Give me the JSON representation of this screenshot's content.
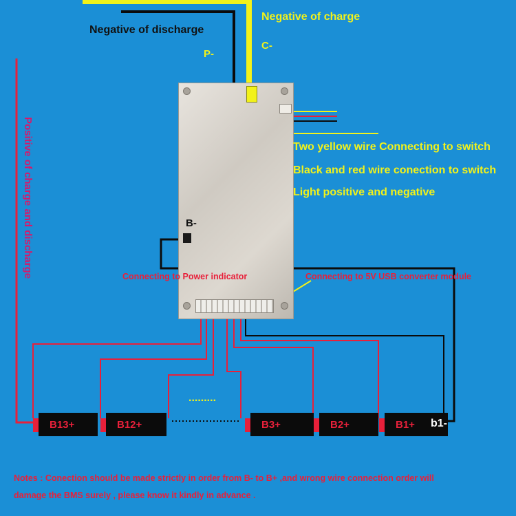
{
  "labels": {
    "negative_of_discharge": "Negative of discharge",
    "negative_of_charge": "Negative of charge",
    "p_minus": "P-",
    "c_minus": "C-",
    "b_minus": "B-",
    "positive_vertical": "Positive of charge and discharge",
    "yellow_switch": "Two yellow wire Connecting to switch",
    "black_red_switch": "Black and red wire conection to switch",
    "light_pos_neg": "Light positive and  negative",
    "power_indicator": "Connecting to Power indicator",
    "usb_module": "Connecting to 5V USB converter module",
    "dots_top": ".........",
    "b1_minus": "b1-"
  },
  "cells": [
    "B13+",
    "B12+",
    "B3+",
    "B2+",
    "B1+"
  ],
  "notes": {
    "line1": "Notes : Conection should be made strictly in order from B- to B+ ,and wrong wire connection order will",
    "line2": "damage the BMS surely , please know it kindly in advance ."
  },
  "colors": {
    "background": "#1b8fd6",
    "positive_wire": "#e8203a",
    "negative_wire": "#0b0b0b",
    "charge_wire": "#f2f21a",
    "vertical_text": "#d8186a",
    "board": "#d6d1c9"
  }
}
